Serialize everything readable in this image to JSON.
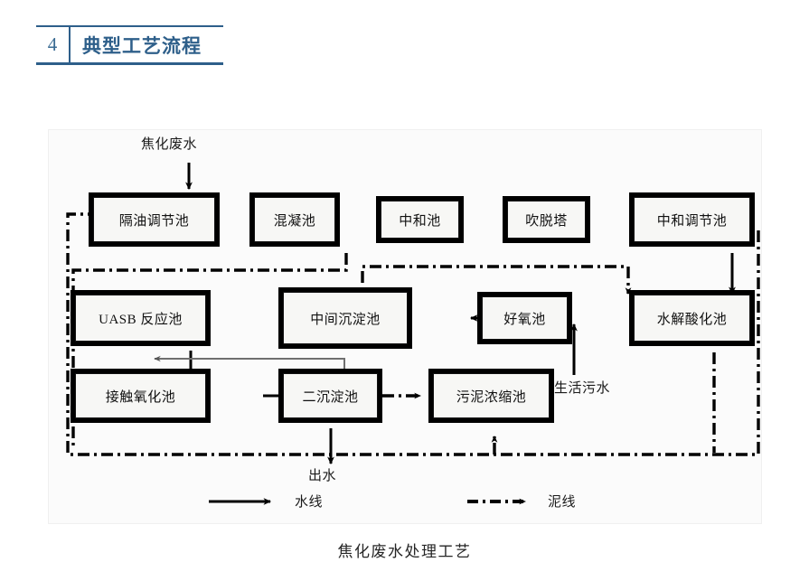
{
  "header": {
    "number": "4",
    "title": "典型工艺流程",
    "accent_color": "#2e5f8a"
  },
  "figure": {
    "caption": "焦化废水处理工艺",
    "background_color": "#fbfbfb",
    "line_color": "#000000",
    "boxes": [
      {
        "id": "oil-separation-tank",
        "label": "隔油调节池"
      },
      {
        "id": "coagulation-tank",
        "label": "混凝池"
      },
      {
        "id": "neutralization-tank",
        "label": "中和池"
      },
      {
        "id": "stripping-tower",
        "label": "吹脱塔"
      },
      {
        "id": "neutral-regulating-tank",
        "label": "中和调节池"
      },
      {
        "id": "uasb-reactor",
        "label": "UASB 反应池"
      },
      {
        "id": "intermediate-sedimentation-tank",
        "label": "中间沉淀池"
      },
      {
        "id": "aerobic-tank",
        "label": "好氧池"
      },
      {
        "id": "hydrolysis-acidification-tank",
        "label": "水解酸化池"
      },
      {
        "id": "contact-oxidation-tank",
        "label": "接触氧化池"
      },
      {
        "id": "secondary-sedimentation-tank",
        "label": "二沉淀池"
      },
      {
        "id": "sludge-thickening-tank",
        "label": "污泥浓缩池"
      }
    ],
    "flow_labels": [
      {
        "id": "influent",
        "label": "焦化废水"
      },
      {
        "id": "effluent",
        "label": "出水"
      },
      {
        "id": "domestic-sewage",
        "label": "生活污水"
      }
    ],
    "legend": [
      {
        "id": "water-line",
        "label": "水线",
        "style": "solid"
      },
      {
        "id": "sludge-line",
        "label": "泥线",
        "style": "dash-dot"
      }
    ]
  },
  "chart_data": {
    "type": "diagram",
    "title": "焦化废水处理工艺",
    "nodes": [
      "隔油调节池",
      "混凝池",
      "中和池",
      "吹脱塔",
      "中和调节池",
      "水解酸化池",
      "好氧池",
      "中间沉淀池",
      "UASB 反应池",
      "接触氧化池",
      "二沉淀池",
      "污泥浓缩池"
    ],
    "edges": [
      {
        "from": "焦化废水",
        "to": "隔油调节池",
        "type": "水线"
      },
      {
        "from": "隔油调节池",
        "to": "混凝池",
        "type": "水线"
      },
      {
        "from": "混凝池",
        "to": "中和池",
        "type": "水线"
      },
      {
        "from": "中和池",
        "to": "吹脱塔",
        "type": "水线"
      },
      {
        "from": "吹脱塔",
        "to": "中和调节池",
        "type": "水线"
      },
      {
        "from": "中和调节池",
        "to": "水解酸化池",
        "type": "水线"
      },
      {
        "from": "水解酸化池",
        "to": "好氧池",
        "type": "水线"
      },
      {
        "from": "生活污水",
        "to": "好氧池",
        "type": "水线"
      },
      {
        "from": "好氧池",
        "to": "中间沉淀池",
        "type": "水线"
      },
      {
        "from": "中间沉淀池",
        "to": "UASB 反应池",
        "type": "水线"
      },
      {
        "from": "UASB 反应池",
        "to": "接触氧化池",
        "type": "水线"
      },
      {
        "from": "接触氧化池",
        "to": "二沉淀池",
        "type": "水线"
      },
      {
        "from": "二沉淀池",
        "to": "出水",
        "type": "水线"
      },
      {
        "from": "二沉淀池",
        "to": "UASB 反应池",
        "type": "回流"
      },
      {
        "from": "二沉淀池",
        "to": "污泥浓缩池",
        "type": "泥线"
      },
      {
        "from": "中间沉淀池",
        "to": "污泥浓缩池",
        "type": "泥线"
      },
      {
        "from": "混凝池",
        "to": "隔油调节池",
        "type": "泥线"
      },
      {
        "from": "中和调节池",
        "to": "水解酸化池",
        "type": "泥线"
      },
      {
        "from": "污泥浓缩池",
        "to": "隔油调节池",
        "type": "泥线"
      }
    ]
  }
}
